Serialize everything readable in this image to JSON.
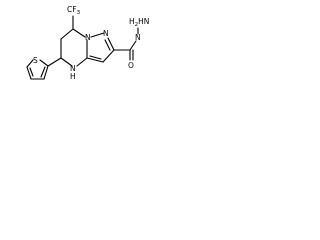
{
  "molecule": {
    "labels": {
      "cf3": "CF",
      "cf3_subscript": "3",
      "n_bridge": "N",
      "n_pyrazole": "N",
      "nh": "N",
      "nh_h": "H",
      "hydrazide": "HN",
      "hydrazide_h2": "H",
      "hydrazide_subscript": "2",
      "nh_hydrazide_h": "N",
      "carbonyl_o": "O",
      "thiophene_s": "S"
    }
  }
}
